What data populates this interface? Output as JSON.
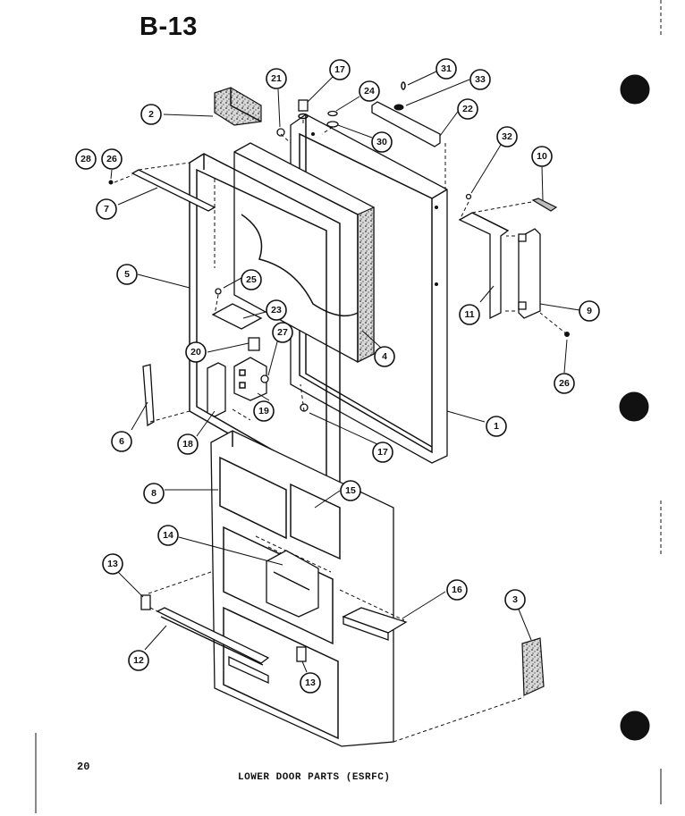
{
  "heading": "B-13",
  "page_number": "20",
  "caption": "LOWER DOOR PARTS (ESRFC)",
  "callouts": [
    "1",
    "2",
    "3",
    "4",
    "5",
    "6",
    "7",
    "8",
    "9",
    "10",
    "11",
    "12",
    "13",
    "13",
    "14",
    "15",
    "16",
    "17",
    "17",
    "18",
    "19",
    "20",
    "21",
    "22",
    "23",
    "24",
    "25",
    "26",
    "26",
    "27",
    "28",
    "30",
    "31",
    "32",
    "33"
  ]
}
